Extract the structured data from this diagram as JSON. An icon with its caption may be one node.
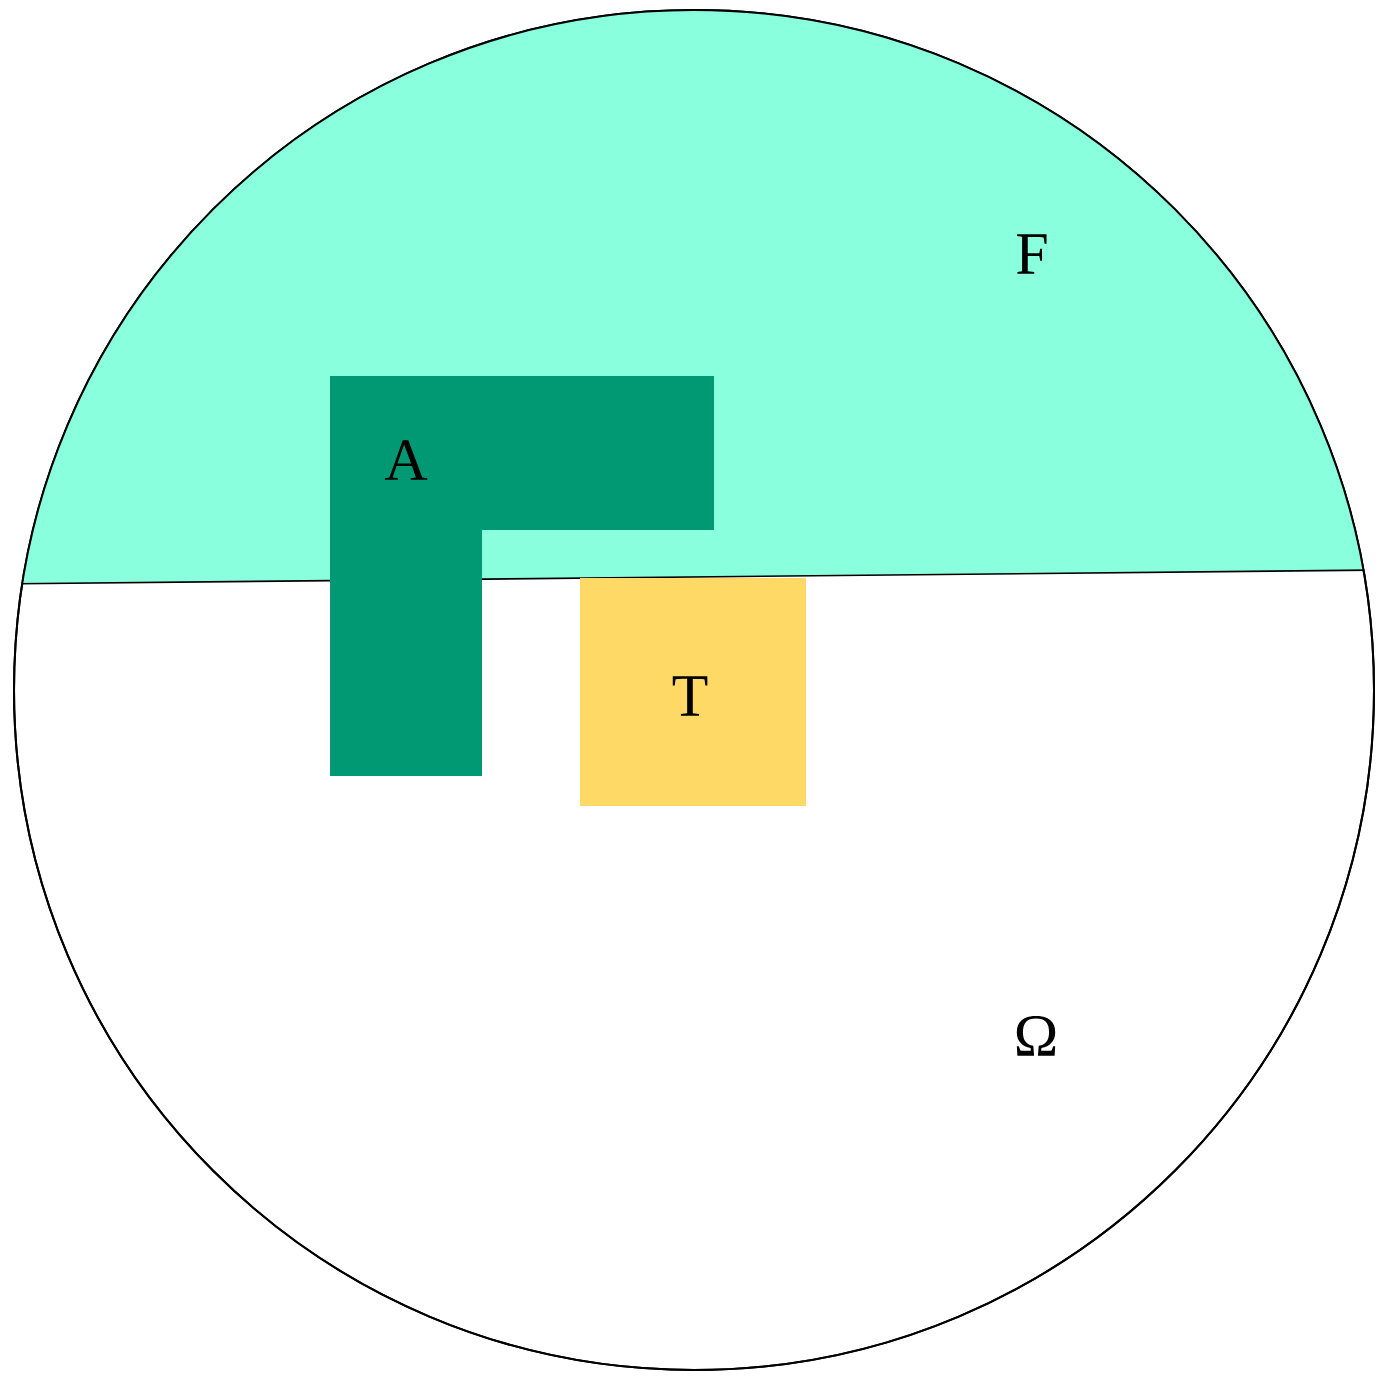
{
  "diagram": {
    "nodes": [
      {
        "text": [
          "Ω"
        ]
      },
      {
        "text": [
          "F"
        ],
        "in": 0
      },
      {
        "text": [
          "A"
        ],
        "in": 0
      },
      {
        "text": [
          "T"
        ],
        "in": 0
      }
    ]
  }
}
